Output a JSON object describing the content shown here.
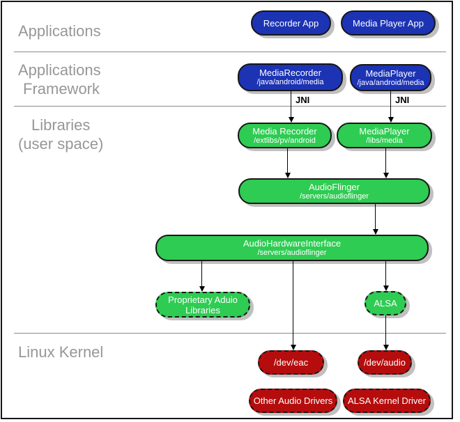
{
  "sections": {
    "applications": {
      "label": "Applications"
    },
    "applications_framework": {
      "line1": "Applications",
      "line2": "Framework"
    },
    "libraries": {
      "line1": "Libraries",
      "line2": "(user space)"
    },
    "linux_kernel": {
      "label": "Linux Kernel"
    }
  },
  "nodes": {
    "recorder_app": {
      "title": "Recorder App"
    },
    "media_player_app": {
      "title": "Media Player App"
    },
    "media_recorder_fw": {
      "title": "MediaRecorder",
      "subtitle": "/java/android/media"
    },
    "media_player_fw": {
      "title": "MediaPlayer",
      "subtitle": "/java/android/media"
    },
    "media_recorder_lib": {
      "title": "Media Recorder",
      "subtitle": "/extlibs/pv/android"
    },
    "media_player_lib": {
      "title": "MediaPlayer",
      "subtitle": "/libs/media"
    },
    "audio_flinger": {
      "title": "AudioFlinger",
      "subtitle": "/servers/audioflinger"
    },
    "audio_hardware_interface": {
      "title": "AudioHardwareInterface",
      "subtitle": "/servers/audioflinger"
    },
    "proprietary_audio_libraries": {
      "title": "Proprietary Aduio Libraries"
    },
    "alsa": {
      "title": "ALSA"
    },
    "dev_eac": {
      "title": "/dev/eac"
    },
    "dev_audio": {
      "title": "/dev/audio"
    },
    "other_audio_drivers": {
      "title": "Other Audio Drivers"
    },
    "alsa_kernel_driver": {
      "title": "ALSA Kernel Driver"
    }
  },
  "edges": {
    "jni_label": "JNI"
  },
  "colors": {
    "app_blue": "#1c33b4",
    "lib_green": "#2ecc52",
    "kernel_red": "#b50d0d",
    "shadow_gray": "#c0c0c0",
    "divider_gray": "#8a8a8a",
    "section_label_gray": "#979797",
    "node_text": "#ffffff",
    "frame_border": "#161616"
  }
}
